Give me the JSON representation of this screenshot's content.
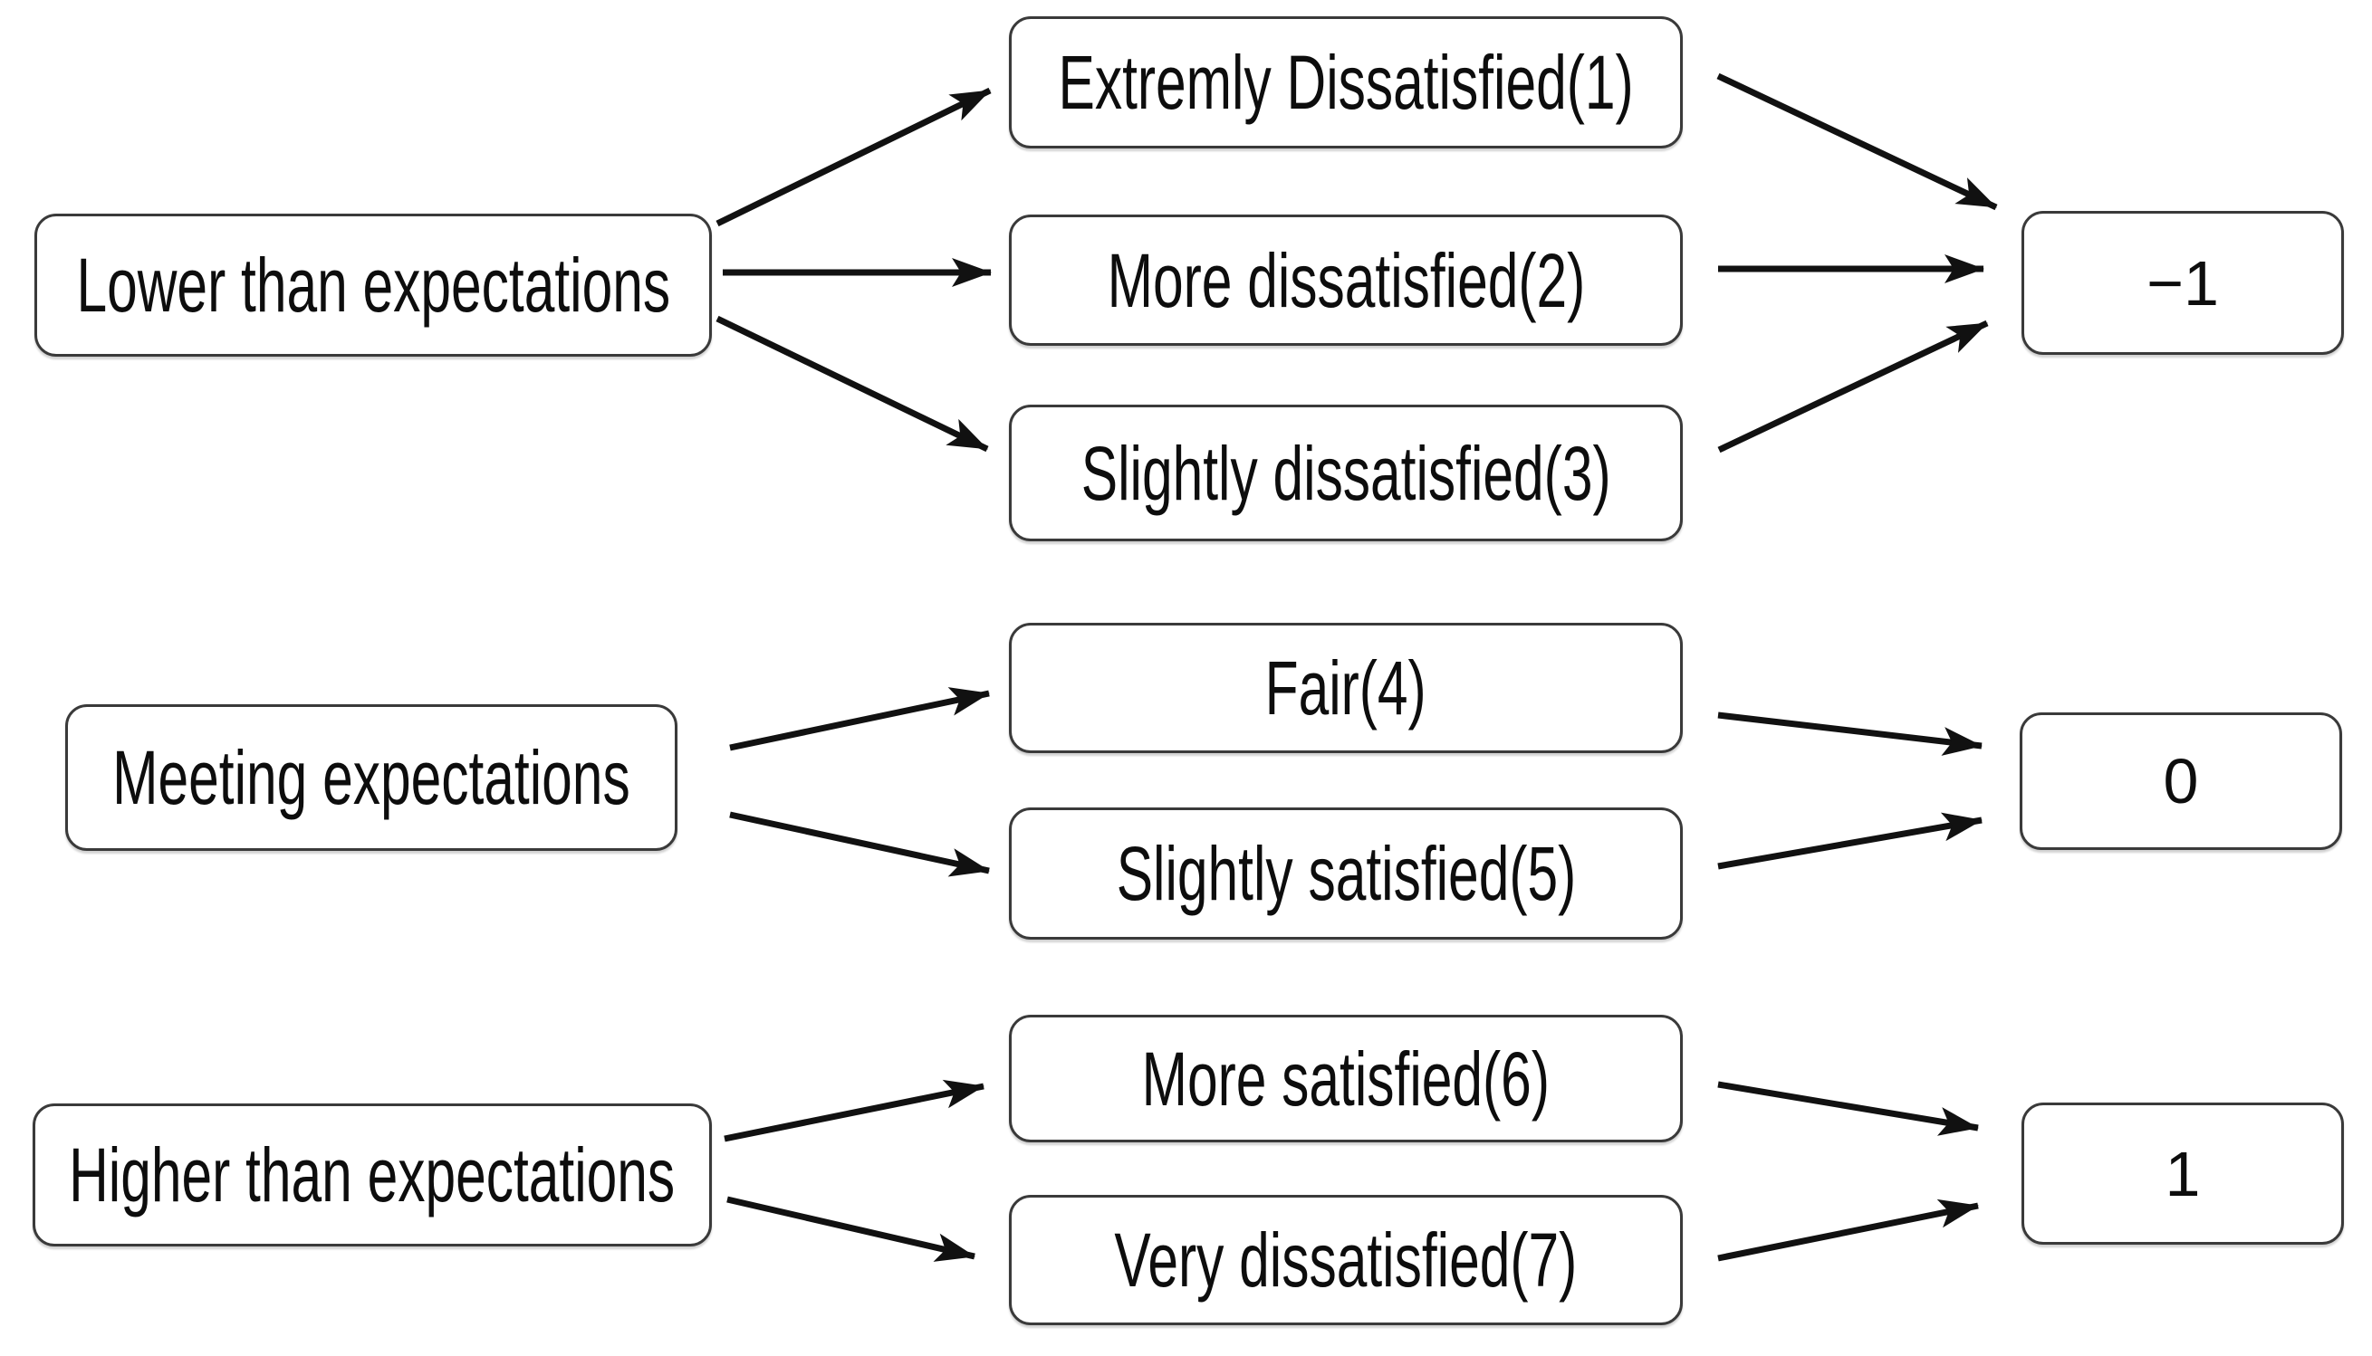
{
  "diagram": {
    "expectation_boxes": [
      "Lower than expectations",
      "Meeting expectations",
      "Higher than expectations"
    ],
    "rating_boxes": [
      "Extremly Dissatisfied(1)",
      "More dissatisfied(2)",
      "Slightly dissatisfied(3)",
      "Fair(4)",
      "Slightly satisfied(5)",
      "More satisfied(6)",
      "Very dissatisfied(7)"
    ],
    "score_boxes": [
      "−1",
      "0",
      "1"
    ],
    "mappings": [
      {
        "expectation": "Lower than expectations",
        "ratings": [
          "Extremly Dissatisfied(1)",
          "More dissatisfied(2)",
          "Slightly dissatisfied(3)"
        ],
        "score": "−1"
      },
      {
        "expectation": "Meeting expectations",
        "ratings": [
          "Fair(4)",
          "Slightly satisfied(5)"
        ],
        "score": "0"
      },
      {
        "expectation": "Higher than expectations",
        "ratings": [
          "More satisfied(6)",
          "Very dissatisfied(7)"
        ],
        "score": "1"
      }
    ],
    "colors": {
      "background": "#ffffff",
      "box_border": "#3a3a3a",
      "text": "#0d0d0d",
      "arrow": "#111111"
    }
  }
}
